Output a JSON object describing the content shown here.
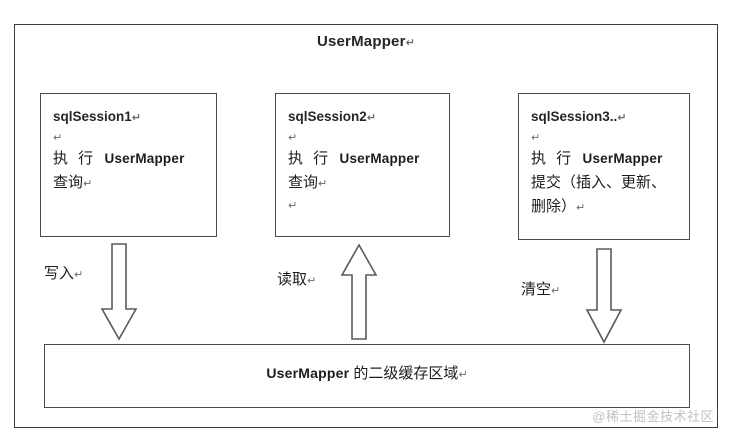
{
  "diagram": {
    "title": "UserMapper",
    "title_mark": "↵",
    "type": "mybatis-second-level-cache-diagram"
  },
  "sessions": [
    {
      "name": "sqlSession1",
      "name_mark": "↵",
      "blank_mark": "↵",
      "body_lines": [
        {
          "cn_prefix": "执 行",
          "latin": "UserMapper",
          "cn_suffix": "",
          "mark": ""
        },
        {
          "cn_prefix": "查询",
          "latin": "",
          "cn_suffix": "",
          "mark": "↵"
        }
      ],
      "trailing_mark": ""
    },
    {
      "name": "sqlSession2",
      "name_mark": "↵",
      "blank_mark": "↵",
      "body_lines": [
        {
          "cn_prefix": "执 行",
          "latin": "UserMapper",
          "cn_suffix": "",
          "mark": ""
        },
        {
          "cn_prefix": "查询",
          "latin": "",
          "cn_suffix": "",
          "mark": "↵"
        }
      ],
      "trailing_mark": "↵"
    },
    {
      "name": "sqlSession3..",
      "name_mark": "↵",
      "blank_mark": "↵",
      "body_lines": [
        {
          "cn_prefix": "执 行",
          "latin": "UserMapper",
          "cn_suffix": "",
          "mark": ""
        },
        {
          "cn_prefix": "提交（插入、更新、",
          "latin": "",
          "cn_suffix": "",
          "mark": ""
        },
        {
          "cn_prefix": "删除）",
          "latin": "",
          "cn_suffix": "",
          "mark": "↵"
        }
      ],
      "trailing_mark": ""
    }
  ],
  "arrows": [
    {
      "label": "写入",
      "mark": "↵",
      "direction": "down",
      "name": "write"
    },
    {
      "label": "读取",
      "mark": "↵",
      "direction": "up",
      "name": "read"
    },
    {
      "label": "清空",
      "mark": "↵",
      "direction": "down",
      "name": "clear"
    }
  ],
  "cache_bar": {
    "latin": "UserMapper",
    "cn": " 的二级缓存区域",
    "mark": "↵"
  },
  "watermark": "@稀土掘金技术社区",
  "colors": {
    "stroke": "#4a4a4a",
    "frame": "#3a3a3a",
    "text": "#1d1d1d",
    "muted": "#6a6a6a",
    "background": "#ffffff",
    "watermark": "#c2c2c2"
  }
}
